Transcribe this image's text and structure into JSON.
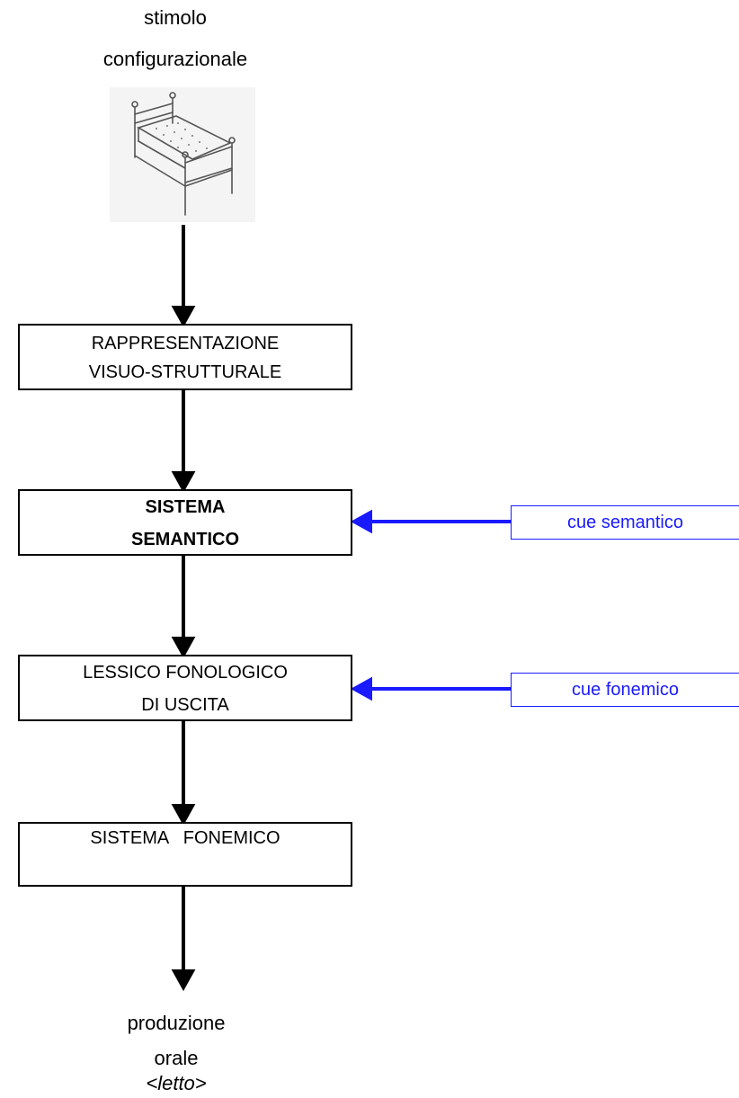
{
  "stimulus": {
    "label_line1": "stimolo",
    "label_line2": "configurazionale",
    "image_icon": "bed-drawing"
  },
  "boxes": {
    "visual": {
      "line1": "RAPPRESENTAZIONE",
      "line2": "VISUO-STRUTTURALE"
    },
    "semantic": {
      "line1": "SISTEMA",
      "line2": "SEMANTICO"
    },
    "lexicon": {
      "line1": "LESSICO FONOLOGICO",
      "line2": "DI USCITA"
    },
    "phonemic": {
      "line1": "SISTEMA   FONEMICO"
    }
  },
  "cues": {
    "semantic": "cue semantico",
    "phonemic": "cue fonemico"
  },
  "output": {
    "line1": "produzione",
    "line2": "orale",
    "line3": "<letto>"
  },
  "colors": {
    "arrow": "#000000",
    "cue": "#1a1aff"
  }
}
